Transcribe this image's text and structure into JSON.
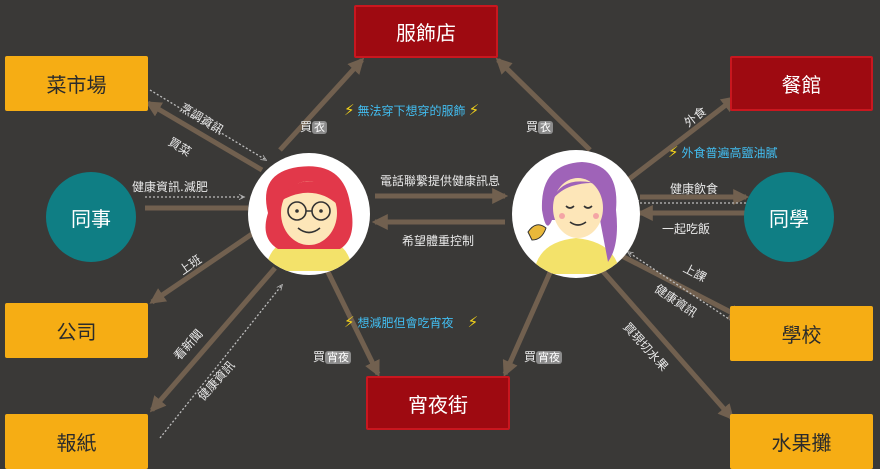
{
  "nodes": {
    "fashion_store": "服飾店",
    "restaurant": "餐館",
    "vegetable_market": "菜市場",
    "colleague": "同事",
    "company": "公司",
    "newspaper": "報紙",
    "classmate": "同學",
    "school": "學校",
    "fruit_stand": "水果攤",
    "night_market": "宵夜街"
  },
  "labels": {
    "cooking_info": "烹調資訊",
    "buy_food": "買菜",
    "health_info_diet": "健康資訊.減肥",
    "go_to_work": "上班",
    "read_news": "看新聞",
    "health_info_news": "健康資訊",
    "buy_clothes_left_text": "買",
    "buy_clothes_left_pill": "衣",
    "cant_wear_clothes": "無法穿下想穿的服飾",
    "buy_clothes_right_text": "買",
    "buy_clothes_right_pill": "衣",
    "phone_health_info": "電話聯繫提供健康訊息",
    "hope_weight_control": "希望體重控制",
    "want_lose_weight_snack": "想減肥但會吃宵夜",
    "buy_snack_left_text": "買",
    "buy_snack_left_pill": "宵夜",
    "buy_snack_right_text": "買",
    "buy_snack_right_pill": "宵夜",
    "eat_out": "外食",
    "eat_out_greasy": "外食普遍高鹽油膩",
    "healthy_diet": "健康飲食",
    "eat_together": "一起吃飯",
    "attend_class": "上課",
    "health_info_school": "健康資訊",
    "buy_cut_fruit": "買現切水果"
  },
  "colors": {
    "background": "#3a3937",
    "arrow": "#71604f",
    "place": "#f6ad14",
    "shop": "#9e0a11",
    "circle": "#0f7e84",
    "highlight_text": "#42bdf0",
    "bolt": "#f3d21a"
  },
  "icons": {
    "bolt": "lightning-bolt-icon",
    "woman_left": "red-haired-woman-with-glasses",
    "woman_right": "purple-haired-woman-with-bird"
  }
}
